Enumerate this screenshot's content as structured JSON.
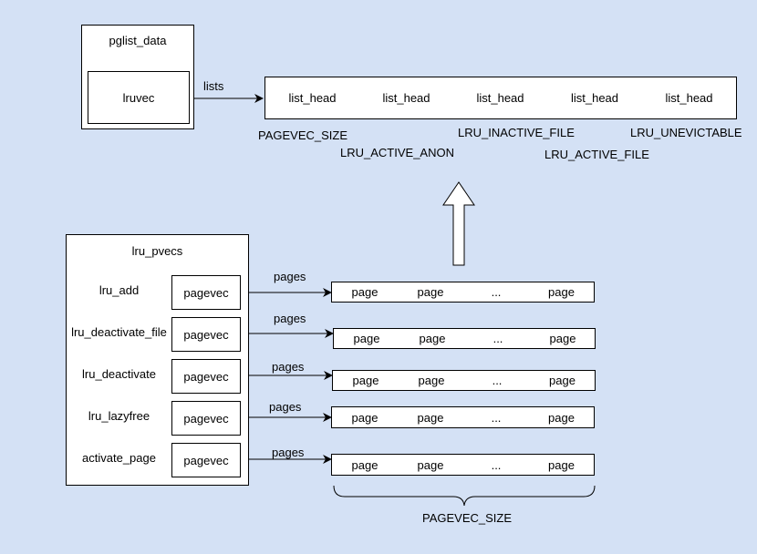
{
  "pglist": {
    "title": "pglist_data",
    "lruvec": "lruvec",
    "edge_label": "lists"
  },
  "lru_lists": {
    "heads": [
      "list_head",
      "list_head",
      "list_head",
      "list_head",
      "list_head"
    ],
    "labels": [
      "PAGEVEC_SIZE",
      "LRU_ACTIVE_ANON",
      "LRU_INACTIVE_FILE",
      "LRU_ACTIVE_FILE",
      "LRU_UNEVICTABLE"
    ]
  },
  "lru_pvecs": {
    "title": "lru_pvecs",
    "rows": [
      {
        "name": "lru_add",
        "pvec": "pagevec",
        "edge": "pages",
        "pages": [
          "page",
          "page",
          "...",
          "page"
        ]
      },
      {
        "name": "lru_deactivate_file",
        "pvec": "pagevec",
        "edge": "pages",
        "pages": [
          "page",
          "page",
          "...",
          "page"
        ]
      },
      {
        "name": "lru_deactivate",
        "pvec": "pagevec",
        "edge": "pages",
        "pages": [
          "page",
          "page",
          "...",
          "page"
        ]
      },
      {
        "name": "lru_lazyfree",
        "pvec": "pagevec",
        "edge": "pages",
        "pages": [
          "page",
          "page",
          "...",
          "page"
        ]
      },
      {
        "name": "activate_page",
        "pvec": "pagevec",
        "edge": "pages",
        "pages": [
          "page",
          "page",
          "...",
          "page"
        ]
      }
    ]
  },
  "brace_label": "PAGEVEC_SIZE"
}
